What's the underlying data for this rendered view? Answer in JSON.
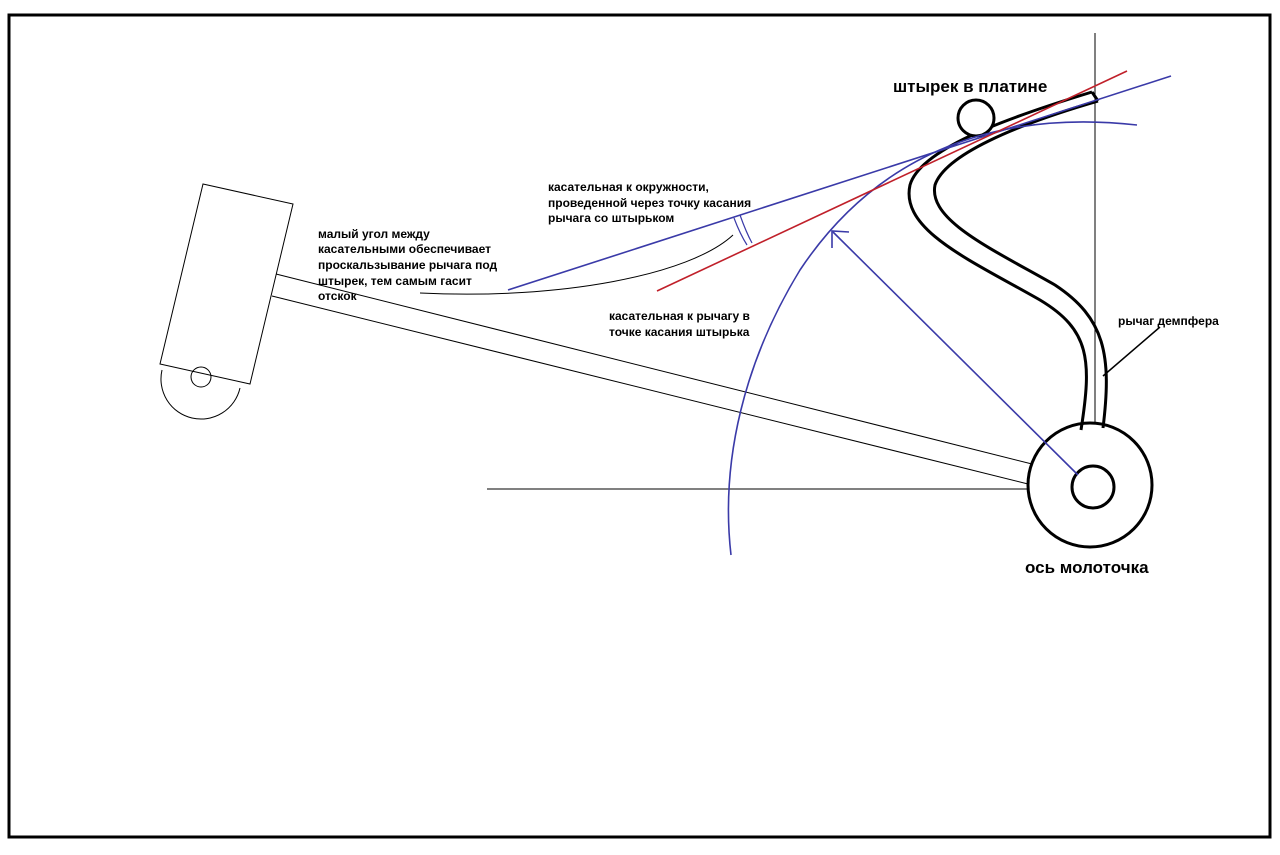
{
  "labels": {
    "pin": "штырек в платине",
    "hammer_axis": "ось молоточка",
    "damper_lever": "рычаг демпфера",
    "circle_tangent": [
      "касательная к окружности,",
      "проведенной через точку касания",
      "рычага со штырьком"
    ],
    "lever_tangent": [
      "касательная к рычагу в",
      "точке касания штырька"
    ],
    "small_angle": [
      "малый угол между",
      "касательными обеспечивает",
      "проскальзывание рычага под",
      "штырек, тем самым  гасит",
      "отскок"
    ]
  },
  "colors": {
    "outline": "#000000",
    "circle_tangent_line": "#3a3aa8",
    "lever_tangent_line": "#c0202a",
    "thin_line": "#000000"
  }
}
